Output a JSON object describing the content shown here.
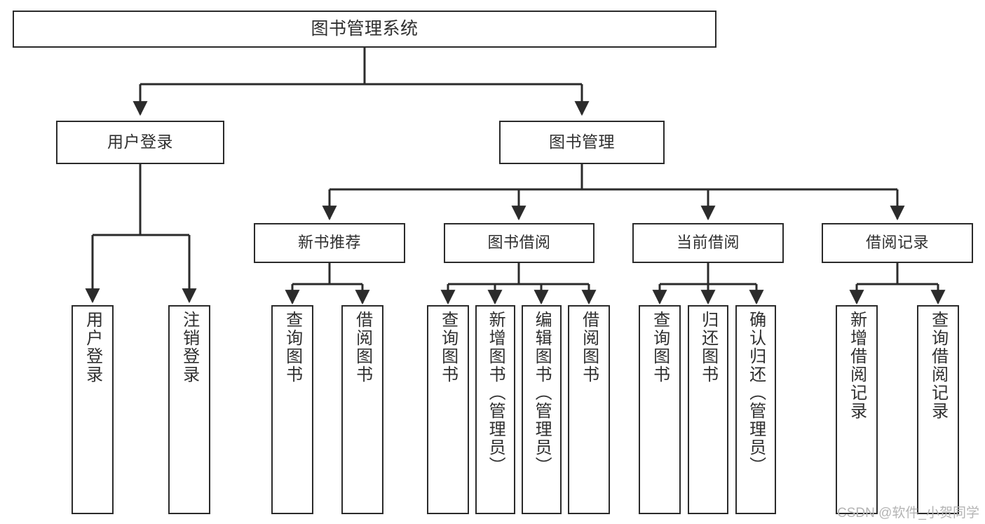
{
  "diagram": {
    "title": "图书管理系统",
    "type": "tree-hierarchy-diagram",
    "stroke_color": "#2b2b2b",
    "text_color": "#2f2f2f",
    "background_color": "#ffffff",
    "watermark": "CSDN @软件_小贺同学"
  },
  "nodes": {
    "root": {
      "label": "图书管理系统"
    },
    "level2": [
      {
        "label": "用户登录"
      },
      {
        "label": "图书管理"
      }
    ],
    "level3": [
      {
        "label": "新书推荐"
      },
      {
        "label": "图书借阅"
      },
      {
        "label": "当前借阅"
      },
      {
        "label": "借阅记录"
      }
    ],
    "leaves": {
      "user_login": [
        {
          "label": "用户登录"
        },
        {
          "label": "注销登录"
        }
      ],
      "new_book_recommend": [
        {
          "label": "查询图书"
        },
        {
          "label": "借阅图书"
        }
      ],
      "book_borrow": [
        {
          "label": "查询图书"
        },
        {
          "label": "新增图书（管理员）"
        },
        {
          "label": "编辑图书（管理员）"
        },
        {
          "label": "借阅图书"
        }
      ],
      "current_borrow": [
        {
          "label": "查询图书"
        },
        {
          "label": "归还图书"
        },
        {
          "label": "确认归还（管理员）"
        }
      ],
      "borrow_record": [
        {
          "label": "新增借阅记录"
        },
        {
          "label": "查询借阅记录"
        }
      ]
    }
  }
}
